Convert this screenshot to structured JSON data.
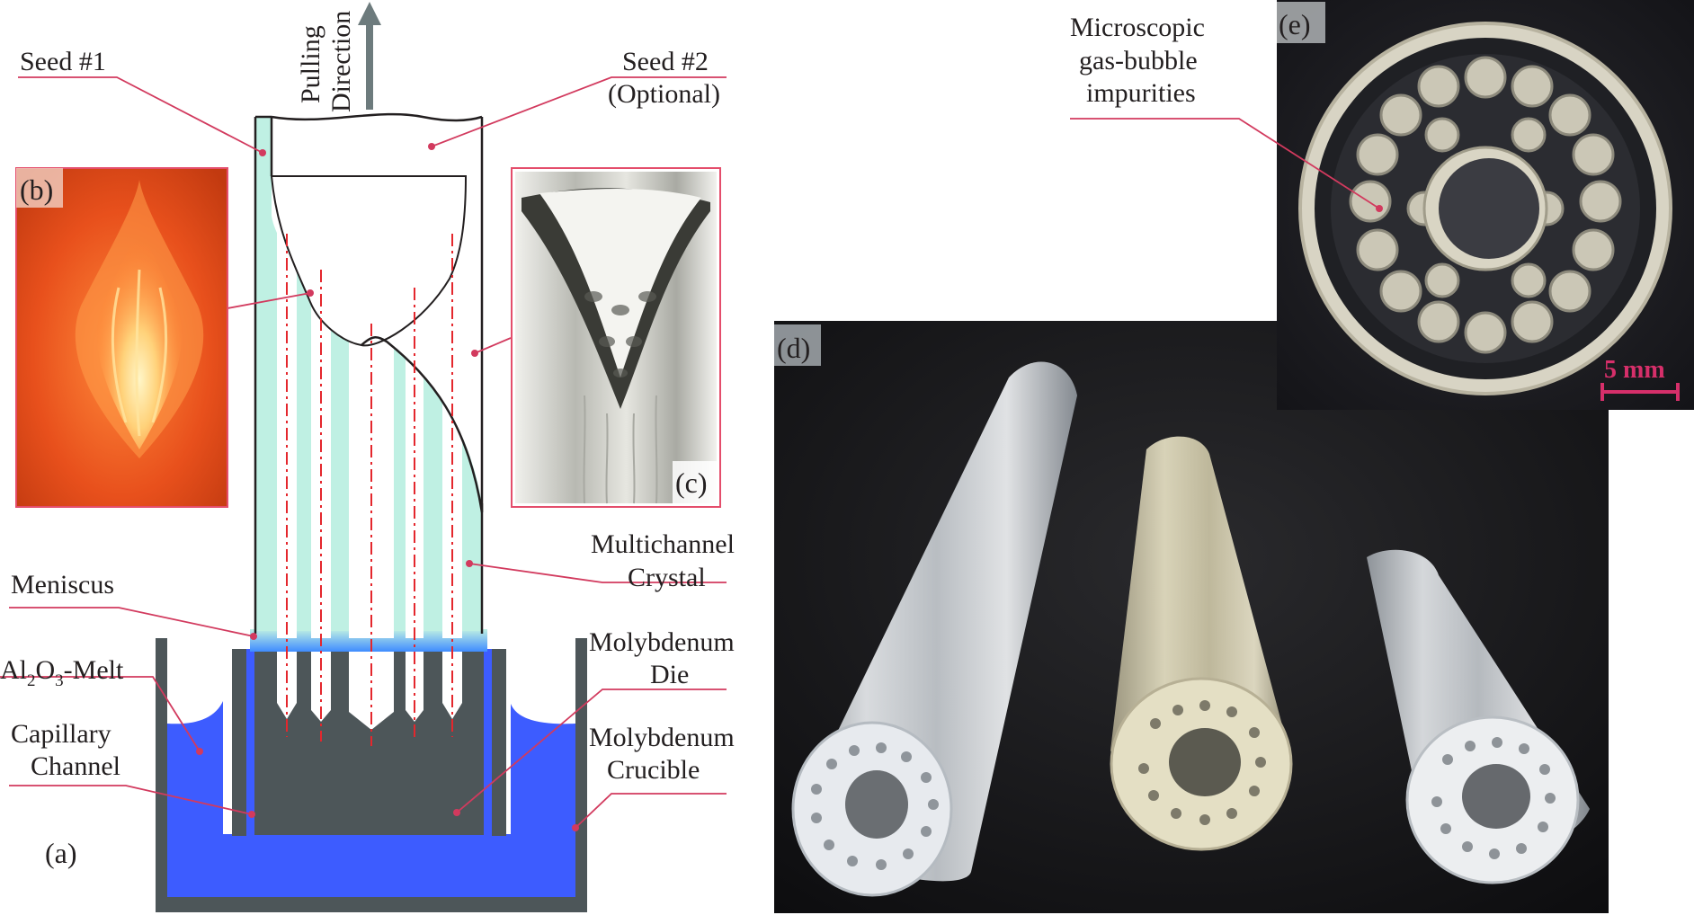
{
  "colors": {
    "leader": "#d23a5e",
    "crystal": "#bff0e3",
    "melt": "#3d5cff",
    "molybdenum": "#4d5659",
    "channel_axis": "#e4272d",
    "arrow": "#6d7b7d",
    "photo_frame": "#e44d6b"
  },
  "diagram": {
    "pulling_line1": "Pulling",
    "pulling_line2": "Direction",
    "seed1": "Seed #1",
    "seed2_line1": "Seed #2",
    "seed2_line2": "(Optional)",
    "meniscus": "Meniscus",
    "melt_prefix": "Al",
    "melt_sub1": "2",
    "melt_mid": "O",
    "melt_sub2": "3",
    "melt_suffix": "-Melt",
    "capillary_line1": "Capillary",
    "capillary_line2": "Channel",
    "multichannel_line1": "Multichannel",
    "multichannel_line2": "Crystal",
    "die_line1": "Molybdenum",
    "die_line2": "Die",
    "crucible_line1": "Molybdenum",
    "crucible_line2": "Crucible",
    "panel_a": "(a)"
  },
  "panels": {
    "b": "(b)",
    "c": "(c)",
    "d": "(d)",
    "e": "(e)"
  },
  "panel_e": {
    "impurity_line1": "Microscopic",
    "impurity_line2": "gas-bubble",
    "impurity_line3": "impurities",
    "scale_bar": "5 mm"
  }
}
